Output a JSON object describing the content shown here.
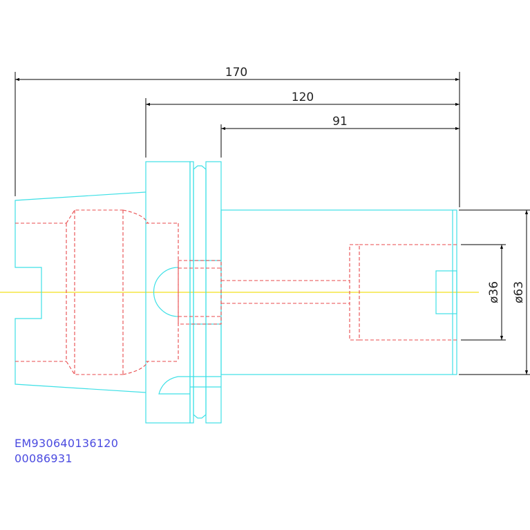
{
  "dimensions": {
    "overall_length": "170",
    "flange_length": "120",
    "body_length": "91",
    "inner_diameter": "ø36",
    "outer_diameter": "ø63"
  },
  "part": {
    "code": "EM930640136120",
    "serial": "00086931"
  },
  "colors": {
    "outline": "#3ee0e6",
    "hidden_lines": "#e8494b",
    "center_line": "#f2e01c",
    "dimension_lines": "#000000",
    "label_text": "#4a4ae0"
  }
}
